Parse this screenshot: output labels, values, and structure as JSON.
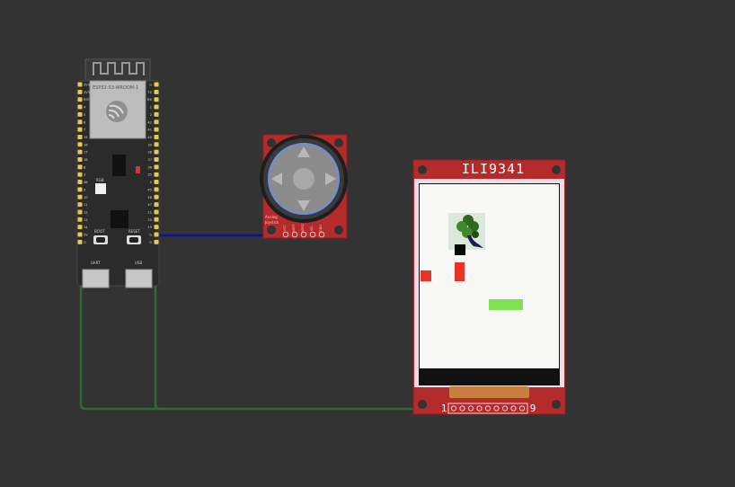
{
  "esp32": {
    "module_label": "ESP32-S3-WROOM-1",
    "left_pins": [
      "3V3",
      "3V3",
      "RST",
      "4",
      "5",
      "6",
      "7",
      "15",
      "16",
      "17",
      "18",
      "8",
      "3",
      "46",
      "9",
      "10",
      "11",
      "12",
      "13",
      "14",
      "5V",
      "G"
    ],
    "right_pins": [
      "G",
      "TX",
      "RX",
      "1",
      "2",
      "42",
      "41",
      "40",
      "39",
      "38",
      "37",
      "36",
      "35",
      "0",
      "45",
      "48",
      "47",
      "21",
      "20",
      "19",
      "G",
      "G"
    ],
    "boot_label": "BOOT",
    "reset_label": "RESET",
    "uart_label": "UART",
    "usb_label": "USB",
    "rgb_label": "RGB"
  },
  "joystick": {
    "label_line1": "Analog",
    "label_line2": "Joystick",
    "pins": [
      "VCC",
      "VERT",
      "HORZ",
      "SEL",
      "GND"
    ]
  },
  "display": {
    "title": "ILI9341",
    "pin_start": "1",
    "pin_end": "9",
    "pin_count": 9
  },
  "wires": {
    "signal_color": "#1010a0",
    "ground_color": "#2e6b2e"
  },
  "game": {
    "player_color": "#e8332a",
    "paddle_color": "#7ee34f",
    "tree_color": "#2e6b1e"
  },
  "colors": {
    "background": "#333333",
    "board_red": "#b52a2a",
    "esp_board": "#2b2b2b"
  }
}
